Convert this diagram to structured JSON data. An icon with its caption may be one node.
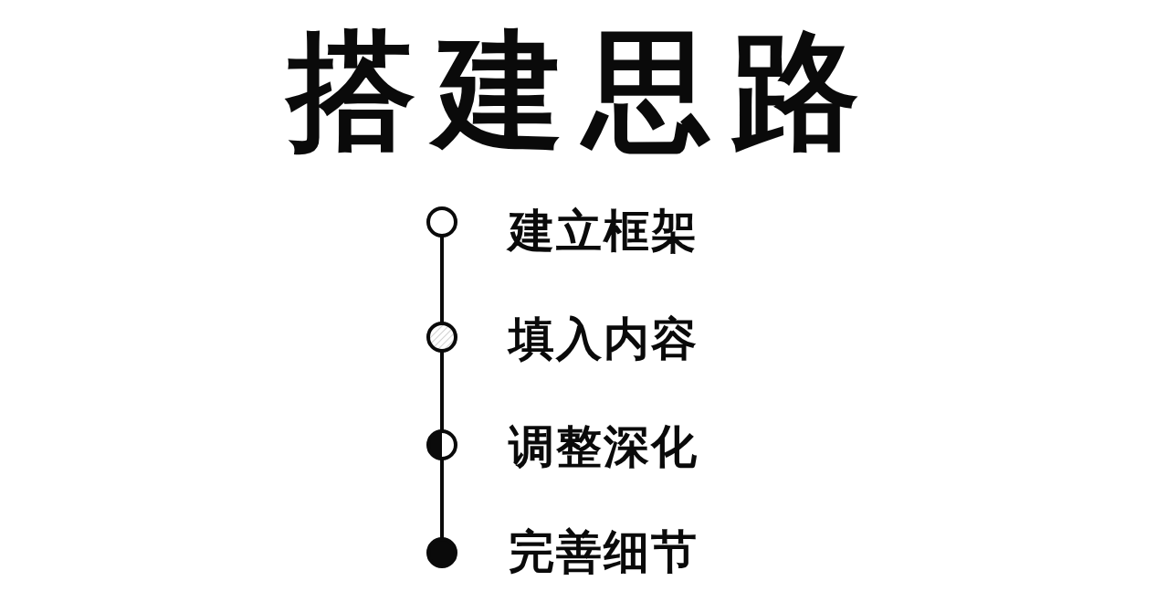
{
  "diagram": {
    "title": "搭建思路",
    "nodes": [
      {
        "text": [],
        "shape": "circle",
        "beside": [
          "建立框架"
        ]
      },
      {
        "text": [],
        "shape": "circle",
        "beside": [
          "填入内容"
        ]
      },
      {
        "text": [],
        "shape": "circle",
        "beside": [
          "调整深化"
        ]
      },
      {
        "text": [],
        "shape": "circle",
        "beside": [
          "完善细节"
        ]
      }
    ],
    "edges": [
      {
        "from": 0,
        "to": 1,
        "arrow": "none"
      },
      {
        "from": 1,
        "to": 2,
        "arrow": "none"
      },
      {
        "from": 2,
        "to": 3,
        "arrow": "none"
      }
    ]
  }
}
